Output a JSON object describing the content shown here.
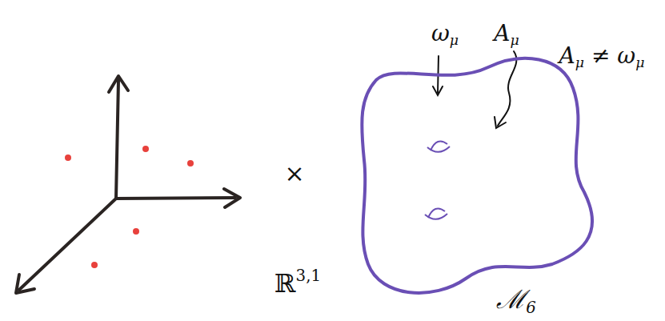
{
  "diagram": {
    "nodes": [
      {
        "text": [
          "ℳ6"
        ]
      }
    ],
    "labels": [
      "ℝ3,1",
      "×",
      "ωμ",
      "Aμ",
      "Aμ ≠ ωμ"
    ]
  }
}
